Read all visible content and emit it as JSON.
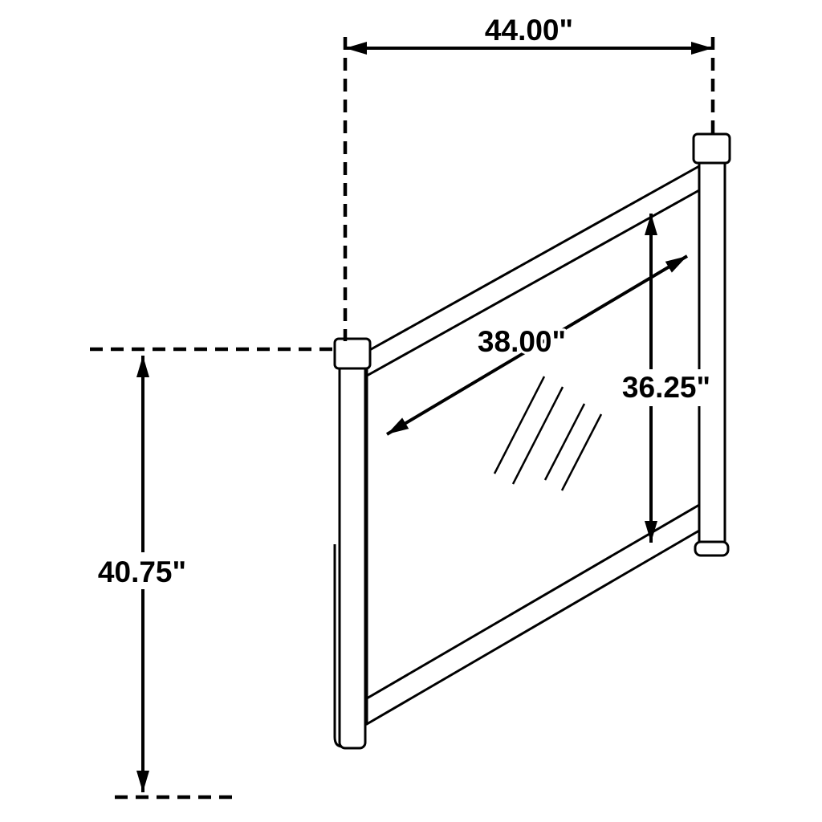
{
  "diagram": {
    "subject": "mirror-dimension-drawing",
    "labels": {
      "overall_width": "44.00\"",
      "overall_height": "40.75\"",
      "glass_width": "38.00\"",
      "glass_height": "36.25\""
    },
    "colors": {
      "line": "#000000",
      "background": "#ffffff",
      "text": "#000000"
    }
  }
}
